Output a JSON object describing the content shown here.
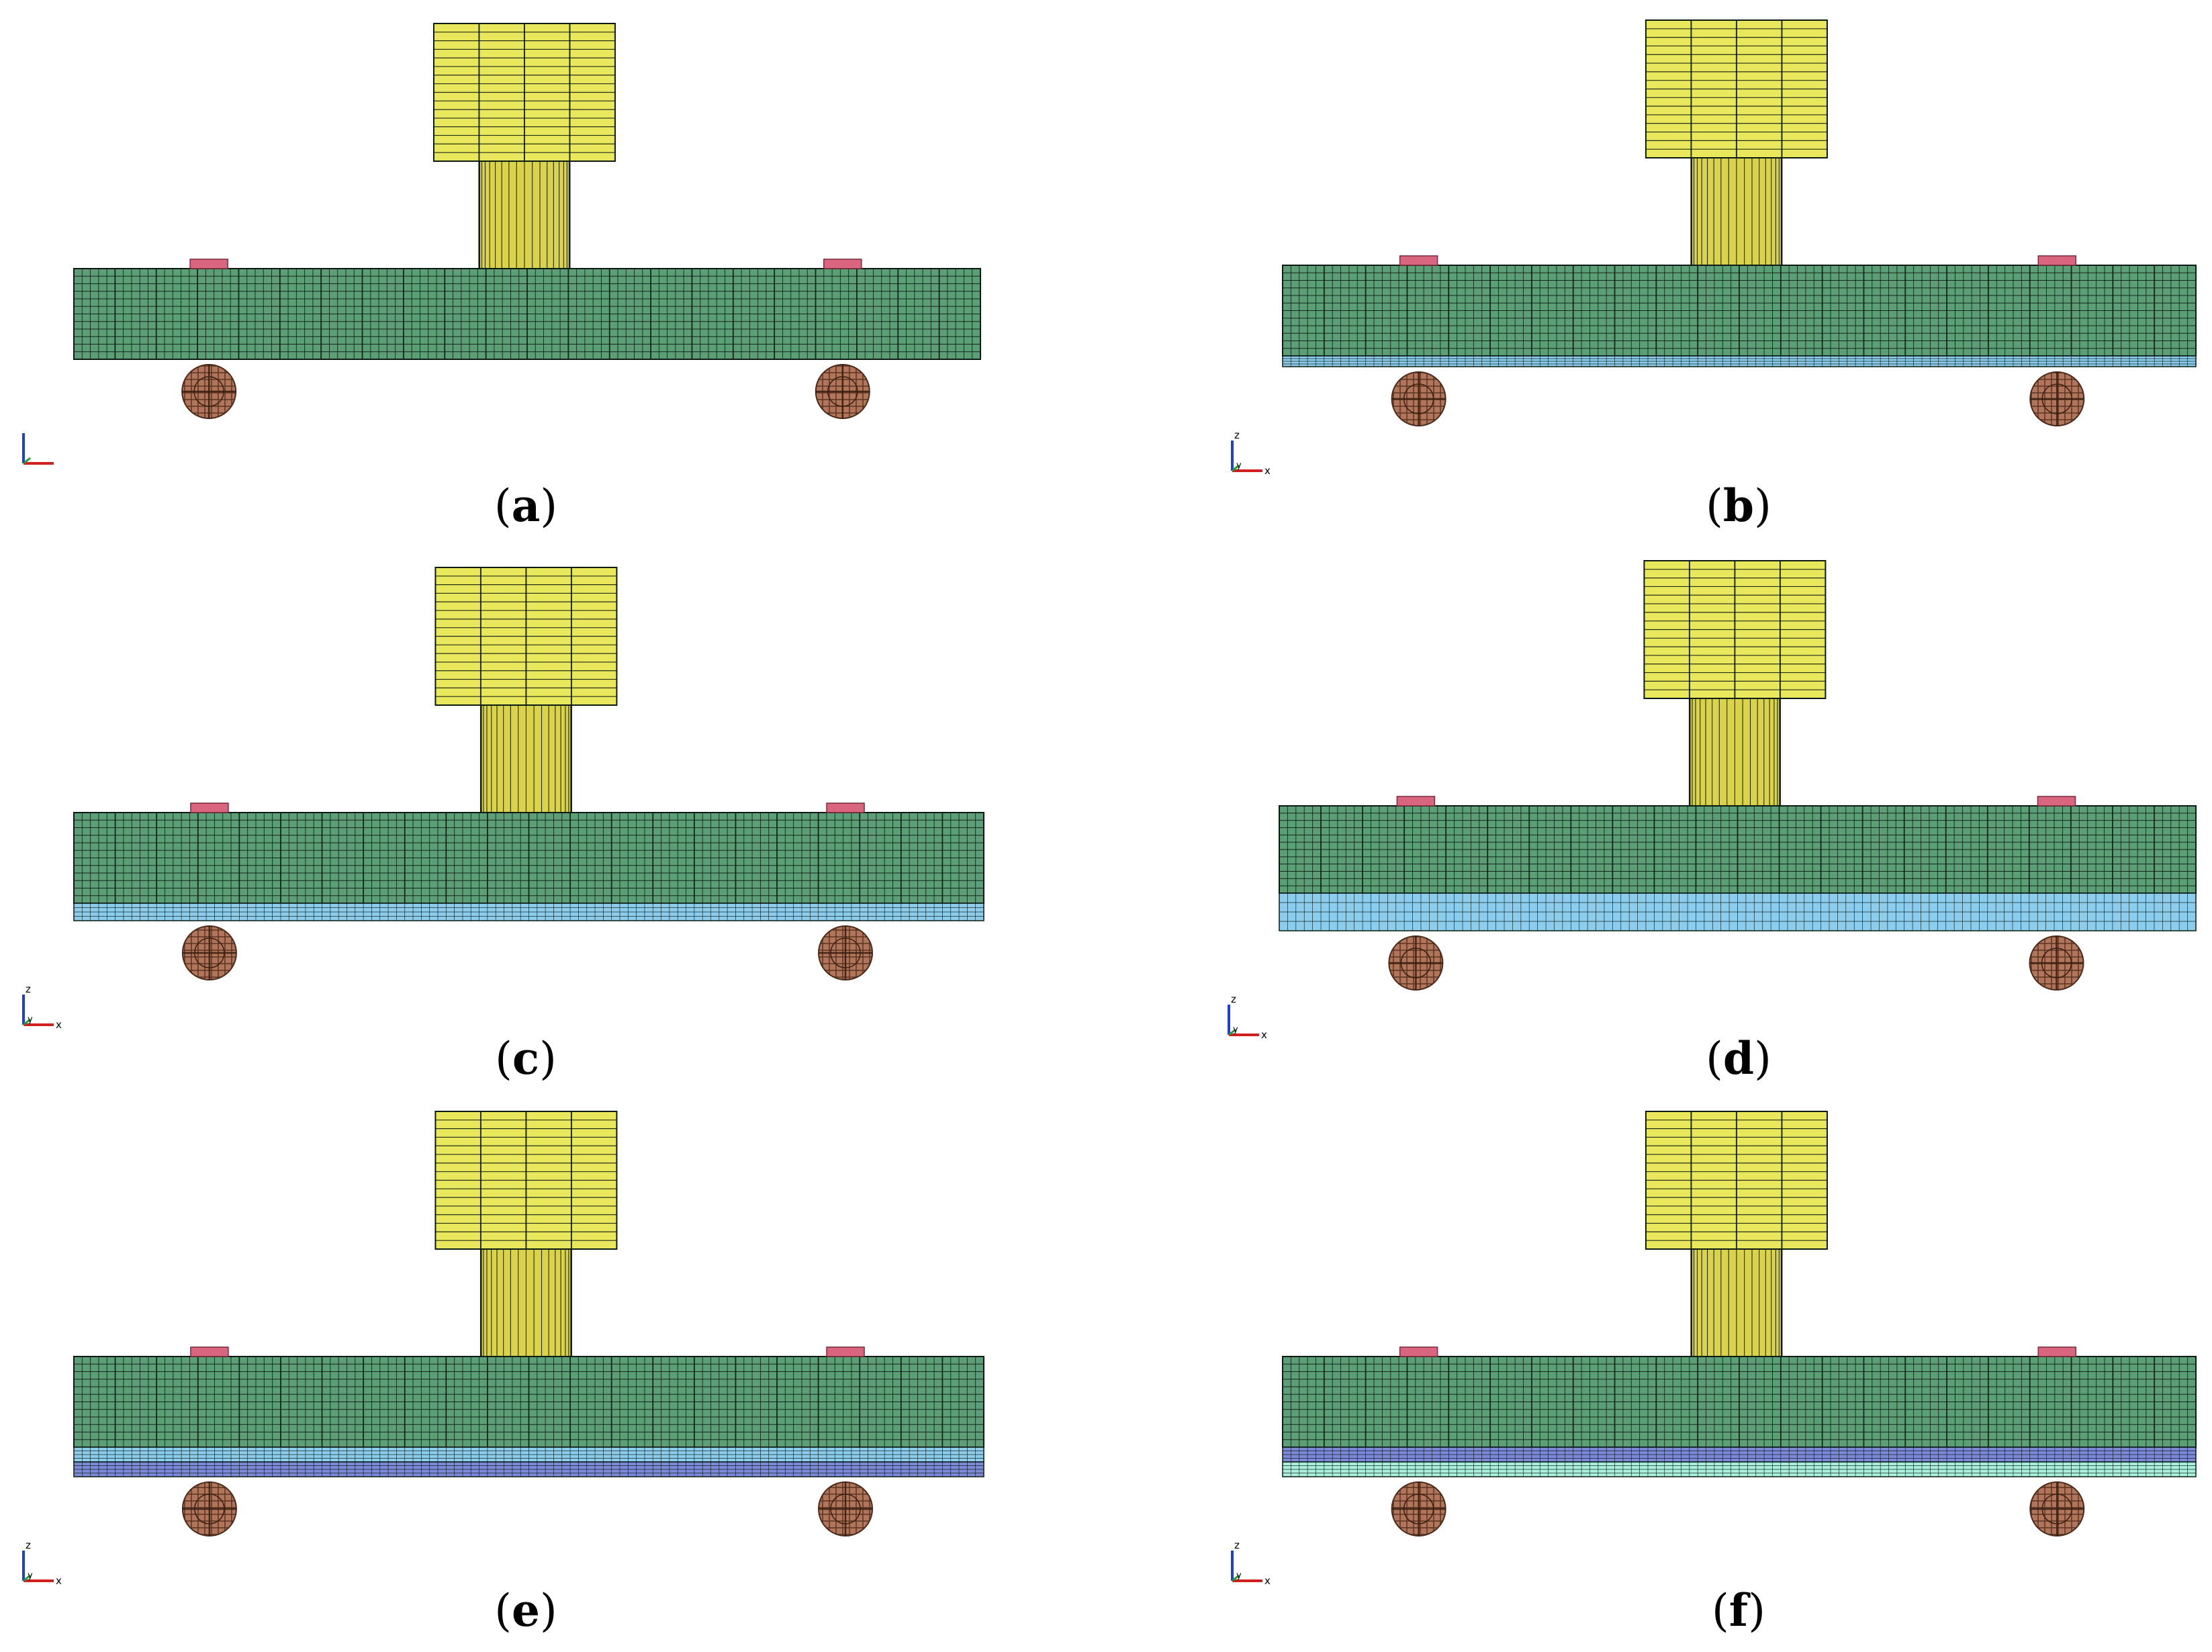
{
  "colors": {
    "impactor": "#E9E85C",
    "rod": "#D9D24A",
    "beam": "#5C9E75",
    "strengthening_layer_1": "#8CCDEE",
    "strengthening_layer_2": "#7C88D8",
    "strengthening_layer_3": "#A8F0DC",
    "steel_pad": "#D9657F",
    "support": "#B0755A",
    "mesh_line": "#0B1A12"
  },
  "panels": [
    {
      "label": "a",
      "layers": []
    },
    {
      "label": "b",
      "layers": [
        "strengthening_layer_1"
      ]
    },
    {
      "label": "c",
      "layers": [
        "strengthening_layer_1"
      ]
    },
    {
      "label": "d",
      "layers": [
        "strengthening_layer_1"
      ]
    },
    {
      "label": "e",
      "layers": [
        "strengthening_layer_1",
        "strengthening_layer_2"
      ]
    },
    {
      "label": "f",
      "layers": [
        "strengthening_layer_2",
        "strengthening_layer_3"
      ]
    }
  ],
  "triad": {
    "z_label": "z",
    "y_label": "y",
    "x_label": "x"
  }
}
